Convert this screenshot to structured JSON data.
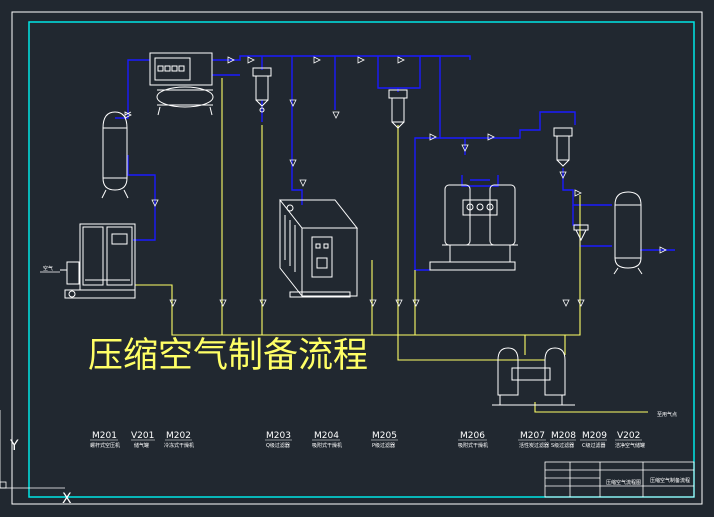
{
  "title": "压缩空气制备流程",
  "colors": {
    "background": "#212830",
    "frame": "#00e5e5",
    "outer_border": "#ffffff",
    "pipe_blue": "#1a1aff",
    "pipe_yellow": "#ffff66",
    "equipment": "#ffffff"
  },
  "labels": [
    {
      "code": "M201",
      "desc": "螺杆式空压机"
    },
    {
      "code": "V201",
      "desc": "储气罐"
    },
    {
      "code": "M202",
      "desc": "冷冻式干燥机"
    },
    {
      "code": "M203",
      "desc": "Q级过滤器"
    },
    {
      "code": "M204",
      "desc": "吸附式干燥机"
    },
    {
      "code": "M205",
      "desc": "P级过滤器"
    },
    {
      "code": "M206",
      "desc": "吸附式干燥机"
    },
    {
      "code": "M207",
      "desc": "活性炭过滤器"
    },
    {
      "code": "M208",
      "desc": "S级过滤器"
    },
    {
      "code": "M209",
      "desc": "C级过滤器"
    },
    {
      "code": "V202",
      "desc": "洁净空气储罐"
    }
  ],
  "inlet_label": "空气",
  "outlet_label": "至用气点",
  "title_block": {
    "drawing_name": "压缩空气流程图",
    "project": "压缩空气制备流程"
  },
  "axis": {
    "y": "Y",
    "x": "X"
  }
}
